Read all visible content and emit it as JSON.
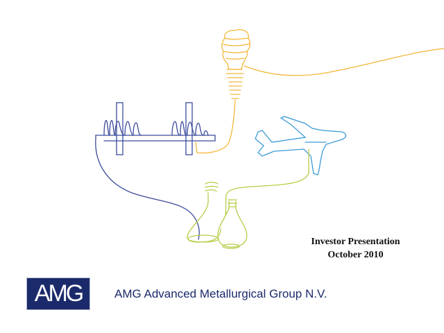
{
  "slide": {
    "title_line1": "Investor Presentation",
    "title_line2": "October 2010",
    "logo_text": "AMG",
    "company_name": "AMG Advanced Metallurgical Group N.V."
  },
  "colors": {
    "navy": "#1b2a6b",
    "bulb_line": "#f3b73a",
    "furnace_line": "#3a4a9c",
    "plane_line": "#3a9bd8",
    "flask_line": "#b8cc48"
  }
}
